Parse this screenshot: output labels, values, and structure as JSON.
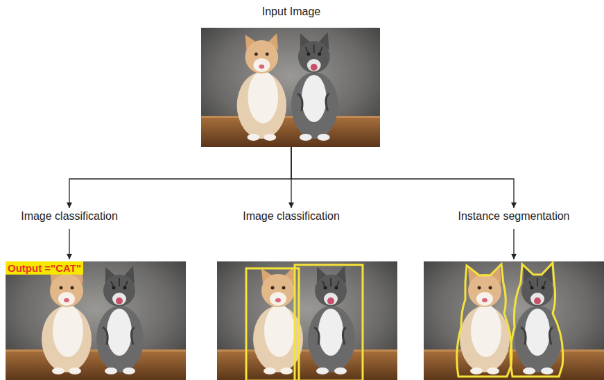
{
  "diagram": {
    "nodes": [
      {
        "text": [
          "Input Image"
        ]
      },
      {
        "text": [
          "Image classification",
          "Output =\"CAT\""
        ]
      },
      {
        "text": [
          "Image classification"
        ]
      },
      {
        "text": [
          "Instance segmentation"
        ]
      }
    ],
    "edges": [
      {
        "from": 0,
        "to": 1,
        "arrow": "to"
      },
      {
        "from": 0,
        "to": 2,
        "arrow": "to"
      },
      {
        "from": 0,
        "to": 3,
        "arrow": "to"
      }
    ]
  }
}
